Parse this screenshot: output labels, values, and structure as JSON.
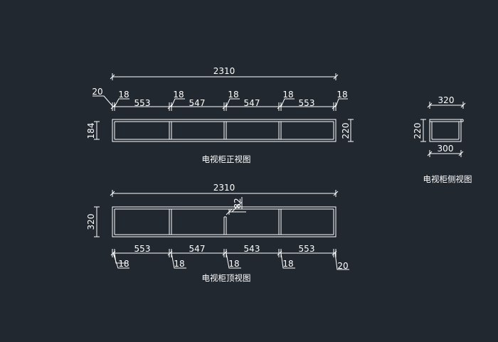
{
  "front_view": {
    "title": "电视柜正视图",
    "overall_width": "2310",
    "edge_offset": "20",
    "panel_thickness": "18",
    "bays": [
      "553",
      "547",
      "547",
      "553"
    ],
    "inner_height": "184",
    "height": "220"
  },
  "top_view": {
    "title": "电视柜顶视图",
    "overall_width": "2310",
    "depth": "320",
    "inner_partition": "82",
    "bays": [
      "553",
      "547",
      "543",
      "553"
    ],
    "panel_thickness": "18",
    "edge_offset": "20"
  },
  "side_view": {
    "title": "电视柜侧视图",
    "depth_top": "320",
    "depth_bottom": "300",
    "height": "220"
  },
  "colors": {
    "background": "#212830",
    "linework": "#ffffff"
  }
}
